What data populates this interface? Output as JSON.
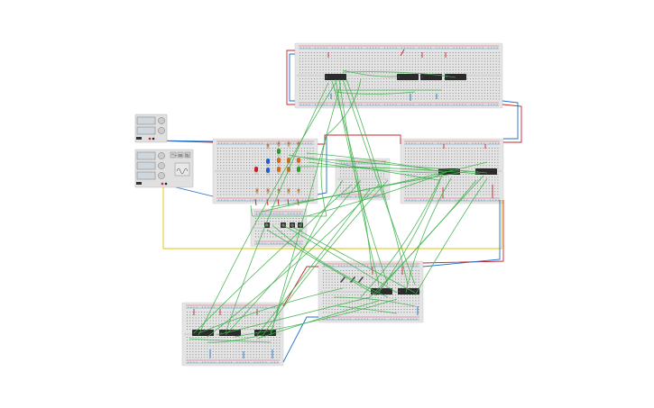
{
  "app": {
    "title": ""
  },
  "colors": {
    "background": "#ffffff",
    "breadboard": "#e4e4e4",
    "breadboard_edge": "#d2d2d2",
    "hole": "#8a8a8a",
    "rail_red": "#d03030",
    "rail_blue": "#2a7bd0",
    "wire_green": "#3db04a",
    "wire_red": "#c8232c",
    "wire_blue": "#1d6fc9",
    "wire_yellow": "#e2c400",
    "chip": "#2b2b2b",
    "led_red": "#c81e1e",
    "led_orange": "#d2691e",
    "led_blue": "#1f5fd0",
    "led_green": "#2a9a2a",
    "resistor": "#c7a06a"
  },
  "breadboards": [
    {
      "id": "bb-top"
    },
    {
      "id": "bb-left-mid"
    },
    {
      "id": "bb-center-small"
    },
    {
      "id": "bb-right-mid"
    },
    {
      "id": "bb-button-block"
    },
    {
      "id": "bb-center-low"
    },
    {
      "id": "bb-bottom-left"
    }
  ],
  "chips": [
    {
      "board": "bb-top",
      "label": ""
    },
    {
      "board": "bb-top",
      "label": ""
    },
    {
      "board": "bb-top",
      "label": ""
    },
    {
      "board": "bb-top",
      "label": ""
    },
    {
      "board": "bb-right-mid",
      "label": ""
    },
    {
      "board": "bb-right-mid",
      "label": ""
    },
    {
      "board": "bb-center-low",
      "label": ""
    },
    {
      "board": "bb-center-low",
      "label": ""
    },
    {
      "board": "bb-bottom-left",
      "label": ""
    },
    {
      "board": "bb-bottom-left",
      "label": ""
    },
    {
      "board": "bb-bottom-left",
      "label": ""
    }
  ],
  "leds": [
    {
      "color": "red"
    },
    {
      "color": "blue"
    },
    {
      "color": "blue"
    },
    {
      "color": "orange"
    },
    {
      "color": "orange"
    },
    {
      "color": "orange"
    },
    {
      "color": "orange"
    },
    {
      "color": "orange"
    },
    {
      "color": "green"
    },
    {
      "color": "green"
    }
  ],
  "instruments": {
    "power_supply": {
      "icon": "power-supply-icon"
    },
    "function_generator": {
      "icon": "function-generator-icon"
    }
  }
}
